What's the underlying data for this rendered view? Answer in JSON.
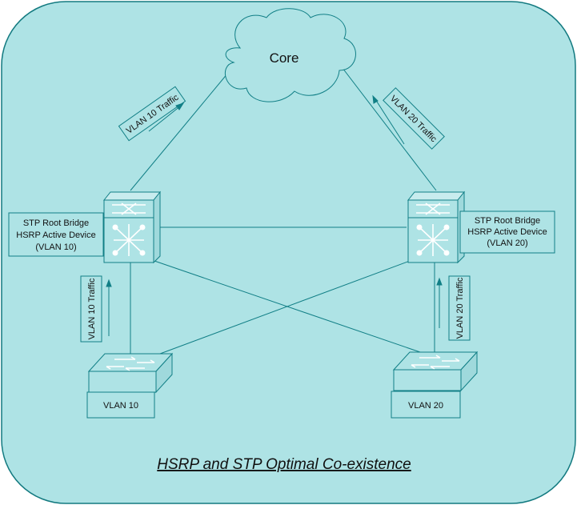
{
  "title": "HSRP and STP Optimal Co-existence",
  "cloud_label": "Core",
  "left_switch": {
    "lines": [
      "STP Root Bridge",
      "HSRP Active Device",
      "(VLAN 10)"
    ]
  },
  "right_switch": {
    "lines": [
      "STP Root Bridge",
      "HSRP Active Device",
      "(VLAN 20)"
    ]
  },
  "traffic": {
    "left_upper": "VLAN 10 Traffic",
    "right_upper": "VLAN 20 Traffic",
    "left_lower": "VLAN 10 Traffic",
    "right_lower": "VLAN 20 Traffic"
  },
  "access": {
    "left": "VLAN 10",
    "right": "VLAN 20"
  },
  "colors": {
    "background": "#aee3e5",
    "line": "#117f86",
    "border": "#137a80"
  }
}
